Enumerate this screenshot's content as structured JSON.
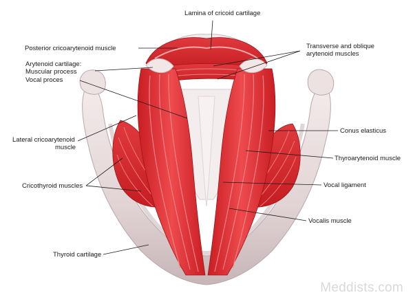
{
  "labels": {
    "lamina": "Lamina of cricoid cartilage",
    "posterior_crico": "Posterior cricoarytenoid muscle",
    "arytenoid_title": "Arytenoid cartilage:",
    "muscular_process": "Muscular process",
    "vocal_process": "Vocal proces",
    "lateral_crico_1": "Lateral cricoarytenoid",
    "lateral_crico_2": "muscle",
    "cricothyroid": "Cricothyroid muscles",
    "thyroid": "Thyroid cartilage",
    "transverse_1": "Transverse and oblique",
    "transverse_2": "arytenoid muscles",
    "conus": "Conus elasticus",
    "thyroarytenoid": "Thyroarytenoid muscle",
    "vocal_ligament": "Vocal ligament",
    "vocalis": "Vocalis muscle"
  },
  "watermark": "Meddists.com",
  "colors": {
    "muscle": "#d8262b",
    "muscle_light": "#f06a6a",
    "cartilage": "#e8dcdc",
    "cartilage_shadow": "#bfaeb0",
    "leader": "#1a1a1a"
  }
}
